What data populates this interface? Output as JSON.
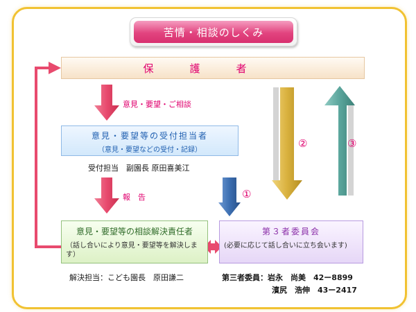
{
  "title": "苦情・相談のしくみ",
  "guardian": "保護者",
  "reception": {
    "title": "意見・要望等の受付担当者",
    "subtitle": "（意見・要望などの受付・記録）"
  },
  "reception_staff": "受付担当　副園長 原田喜美江",
  "resolver": {
    "title": "意見・要望等の相談解決責任者",
    "subtitle": "（話し合いにより意見・要望等を解決します）"
  },
  "resolver_staff": "解決担当：こども園長　原田謙二",
  "committee": {
    "title": "第３者委員会",
    "subtitle": "(必要に応じて話し合いに立ち会います)"
  },
  "committee_staff": {
    "line1": "第三者委員：岩永　尚美　42ー8899",
    "line2": "濱尻　浩伸　43ー2417"
  },
  "flow_labels": {
    "opinion": "意見・要望・ご相談",
    "report": "報　告"
  },
  "step_markers": [
    "①",
    "②",
    "③"
  ],
  "colors": {
    "frame": "#f1c232",
    "pink_arrow": "#e84a6e",
    "blue_arrow": "#3c6fb2",
    "gold_arrow": "#d9b13e",
    "teal_arrow": "#5aa59c",
    "accent_text": "#e0006e"
  }
}
